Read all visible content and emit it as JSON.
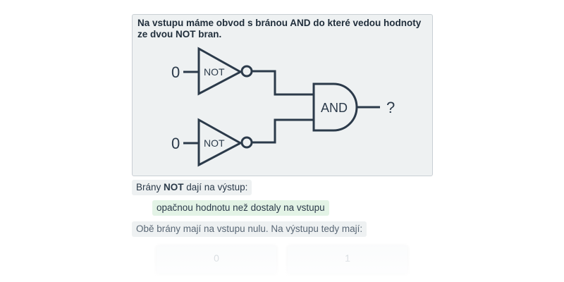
{
  "problem": {
    "text": "Na vstupu máme obvod s bránou AND do které vedou hodnoty ze dvou NOT bran."
  },
  "circuit": {
    "input_top": "0",
    "input_bottom": "0",
    "gate_top": "NOT",
    "gate_bottom": "NOT",
    "gate_and": "AND",
    "output": "?",
    "stroke_color": "#2b3a4a"
  },
  "chat": {
    "q1_prefix": "Brány ",
    "q1_bold": "NOT",
    "q1_suffix": " dají na výstup:",
    "a1": "opačnou hodnotu než dostaly na vstupu",
    "q2": "Obě brány mají na vstupu nulu. Na výstupu tedy mají:"
  },
  "choices": [
    "0",
    "1"
  ],
  "colors": {
    "card_bg": "#eef1f2",
    "answer_bg": "#e3f3e6",
    "text": "#2b3a4a"
  }
}
